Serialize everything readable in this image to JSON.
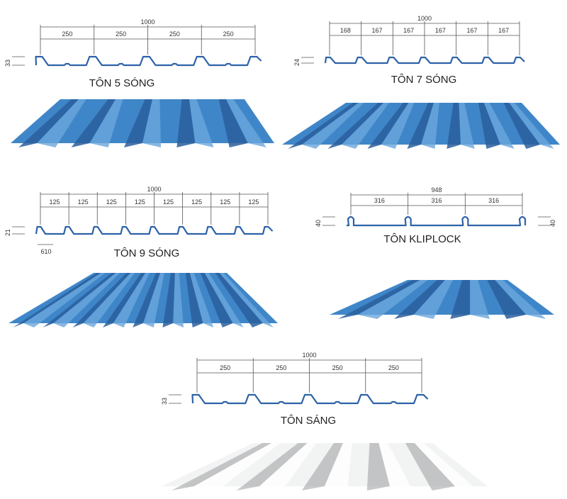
{
  "colors": {
    "blue": "#3f86c9",
    "blue_dark": "#2a5f9e",
    "blue_light": "#6aa6dc",
    "profile": "#2d62a8",
    "clear_light": "#f2f3f3",
    "clear_dark": "#9a9c9e"
  },
  "panels": [
    {
      "id": "ton-5-song",
      "title": "TÔN 5 SÓNG",
      "total": "1000",
      "spans": [
        "250",
        "250",
        "250",
        "250"
      ],
      "height": "33",
      "sheet": "blue"
    },
    {
      "id": "ton-7-song",
      "title": "TÔN 7 SÓNG",
      "total": "1000",
      "spans": [
        "168",
        "167",
        "167",
        "167",
        "167",
        "167"
      ],
      "height": "24",
      "sheet": "blue"
    },
    {
      "id": "ton-9-song",
      "title": "TÔN 9 SÓNG",
      "total": "1000",
      "spans": [
        "125",
        "125",
        "125",
        "125",
        "125",
        "125",
        "125",
        "125"
      ],
      "height": "21",
      "extra": "610",
      "sheet": "blue"
    },
    {
      "id": "ton-kliplock",
      "title": "TÔN KLIPLOCK",
      "total": "948",
      "spans": [
        "316",
        "316",
        "316"
      ],
      "height": "40",
      "height_right": "40",
      "sheet": "blue"
    },
    {
      "id": "ton-sang",
      "title": "TÔN SÁNG",
      "total": "1000",
      "spans": [
        "250",
        "250",
        "250",
        "250"
      ],
      "height": "33",
      "sheet": "clear"
    }
  ]
}
